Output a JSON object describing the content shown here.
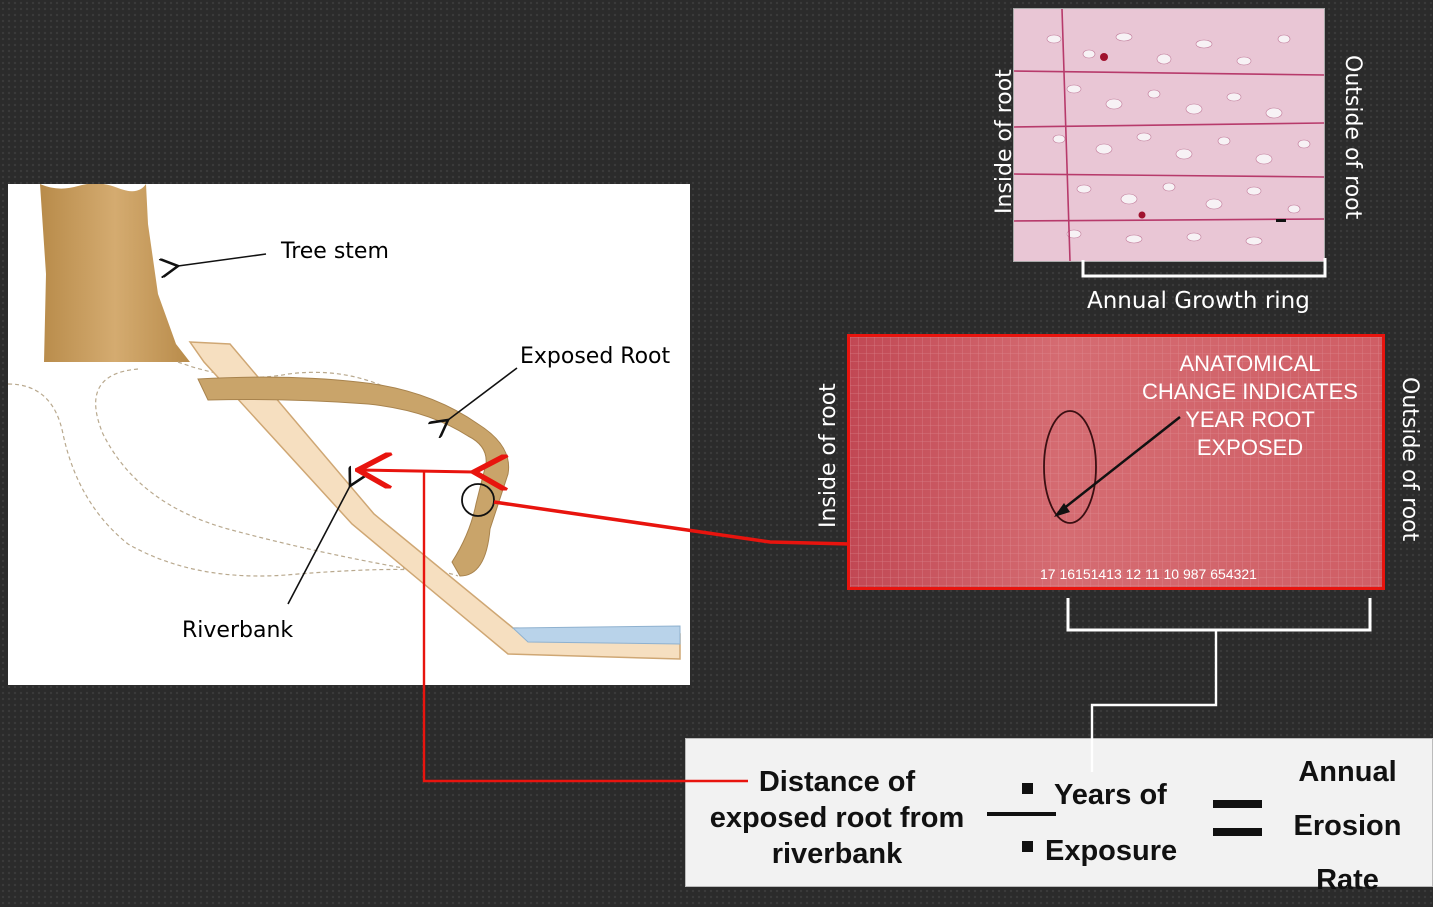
{
  "diagram": {
    "tree_stem": "Tree stem",
    "exposed_root": "Exposed Root",
    "riverbank": "Riverbank"
  },
  "top_section": {
    "inside": "Inside of root",
    "outside": "Outside of root",
    "growth_ring": "Annual Growth ring"
  },
  "mid_section": {
    "inside": "Inside of root",
    "outside": "Outside of root",
    "annotation": [
      "ANATOMICAL",
      "CHANGE INDICATES",
      "YEAR ROOT",
      "EXPOSED"
    ],
    "ring_numbers": "17 16151413  12  11  10  987 654321"
  },
  "equation": {
    "numerator_lines": [
      "Distance of",
      "exposed root from",
      "riverbank"
    ],
    "divisor_top": "Years of",
    "divisor_bottom": "Exposure",
    "result_lines": [
      "Annual",
      "Erosion",
      "Rate"
    ]
  },
  "colors": {
    "background": "#2b2b2b",
    "accent_red": "#e8140e",
    "root_tan": "#c9a46a",
    "stem_brown": "#c9a062",
    "riverbank_cream": "#f6dfc0"
  }
}
